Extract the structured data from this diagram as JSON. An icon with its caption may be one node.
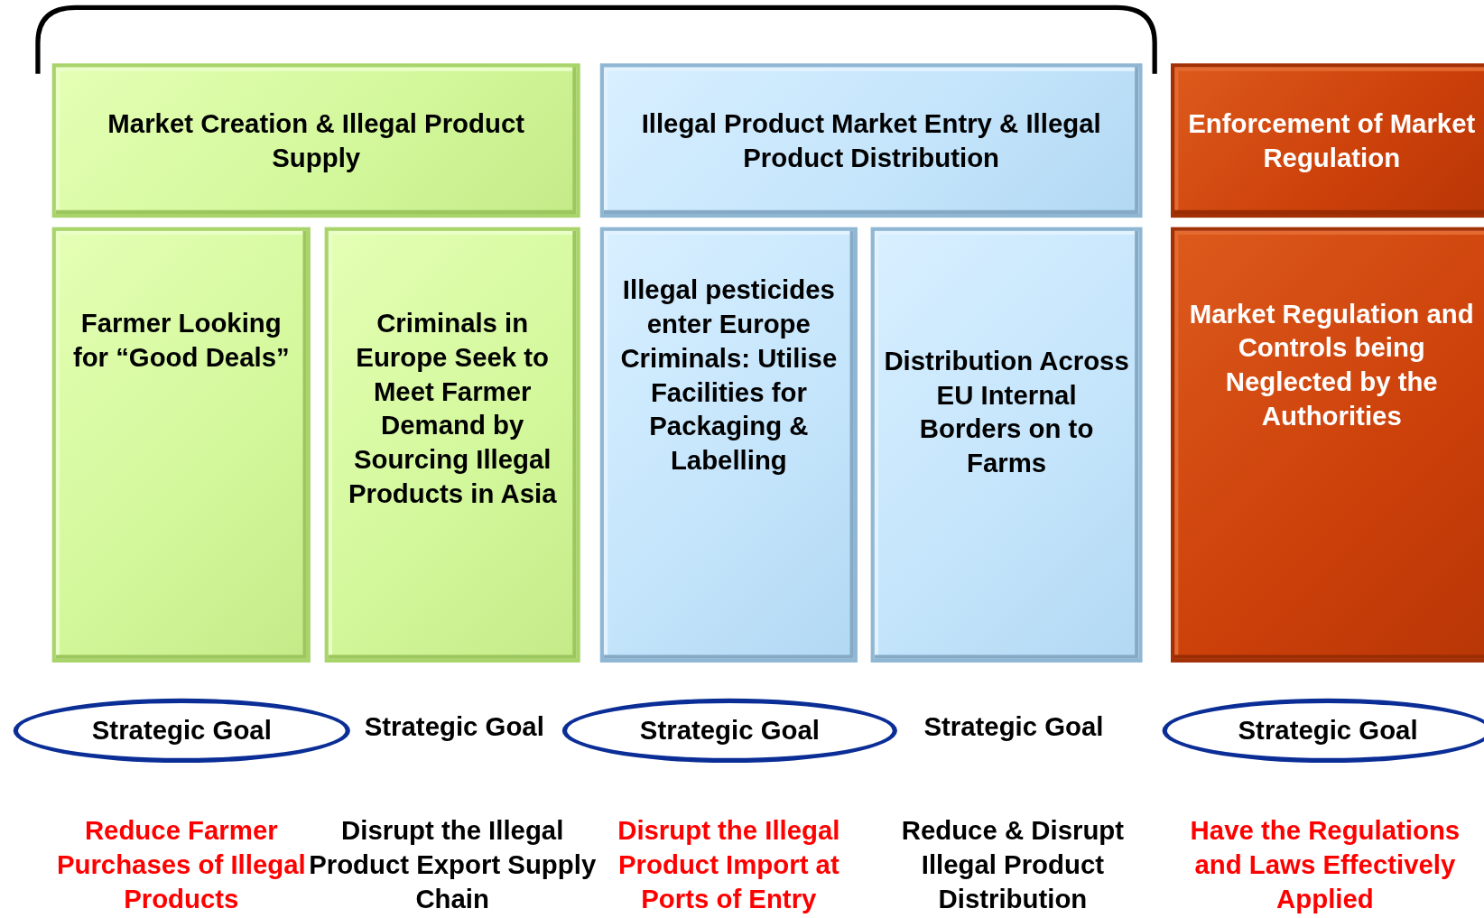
{
  "diagram": {
    "nodes": [
      {
        "text": [
          "Market Creation & Illegal Product Supply"
        ]
      },
      {
        "text": [
          "Illegal Product Market Entry & Illegal Product Distribution"
        ]
      },
      {
        "text": [
          "Enforcement of Market Regulation"
        ]
      },
      {
        "text": [
          "Farmer Looking for “Good Deals”"
        ]
      },
      {
        "text": [
          "Criminals in Europe Seek to Meet Farmer Demand by Sourcing Illegal Products in Asia"
        ]
      },
      {
        "text": [
          "Illegal pesticides enter Europe Criminals: Utilise Facilities for Packaging & Labelling"
        ]
      },
      {
        "text": [
          "Distribution Across EU Internal Borders on to Farms"
        ]
      },
      {
        "text": [
          "Market Regulation and Controls being Neglected by the Authorities"
        ]
      },
      {
        "text": [
          "Strategic Goal"
        ]
      },
      {
        "text": [
          "Strategic Goal"
        ]
      },
      {
        "text": [
          "Strategic Goal"
        ]
      }
    ],
    "edges": [],
    "labels": [
      "Strategic Goal",
      "Strategic Goal",
      "Reduce Farmer Purchases of Illegal Products",
      "Disrupt the Illegal Product Export Supply Chain",
      "Disrupt the Illegal Product Import at Ports of Entry",
      "Reduce & Disrupt Illegal Product Distribution",
      "Have the Regulations and Laws Effectively Applied"
    ]
  }
}
